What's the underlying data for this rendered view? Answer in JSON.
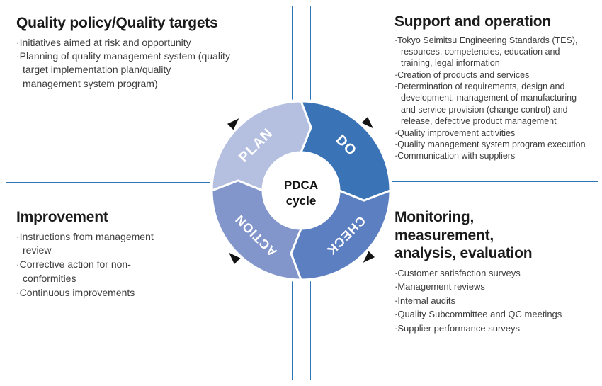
{
  "colors": {
    "box_border": "#2e75b6",
    "title_text": "#1a1a1a",
    "bullet_text": "#3d3d3d",
    "segment_label_text": "#ffffff",
    "arrowhead": "#141414"
  },
  "boxes": {
    "quality_policy": {
      "title": "Quality policy/Quality targets",
      "bullets": [
        "Initiatives aimed at risk and opportunity",
        "Planning of quality management system (quality target implementation plan/quality management system program)"
      ]
    },
    "support": {
      "title": "Support and operation",
      "bullets": [
        "Tokyo Seimitsu Engineering Standards (TES), resources, competencies, education and training, legal information",
        "Creation of products and services",
        "Determination of requirements, design and development, management of manufacturing and service provision (change control) and release, defective product management",
        "Quality improvement activities",
        "Quality management system program execution",
        "Communication with suppliers"
      ]
    },
    "improvement": {
      "title": "Improvement",
      "bullets": [
        "Instructions from management review",
        "Corrective action for non-conformities",
        "Continuous improvements"
      ]
    },
    "monitoring": {
      "title_lines": [
        "Monitoring,",
        "measurement,",
        "analysis, evaluation"
      ],
      "bullets": [
        "Customer satisfaction surveys",
        "Management reviews",
        "Internal audits",
        "Quality Subcommittee and QC meetings",
        "Supplier performance surveys"
      ]
    }
  },
  "diagram": {
    "center": {
      "line1": "PDCA",
      "line2": "cycle"
    },
    "segments": {
      "plan": {
        "label": "PLAN",
        "color": "#b5c0e1"
      },
      "do": {
        "label": "DO",
        "color": "#3a74b6"
      },
      "check": {
        "label": "CHECK",
        "color": "#5c7fc1"
      },
      "action": {
        "label": "ACTION",
        "color": "#8396cc"
      }
    },
    "rotation": "clockwise"
  }
}
